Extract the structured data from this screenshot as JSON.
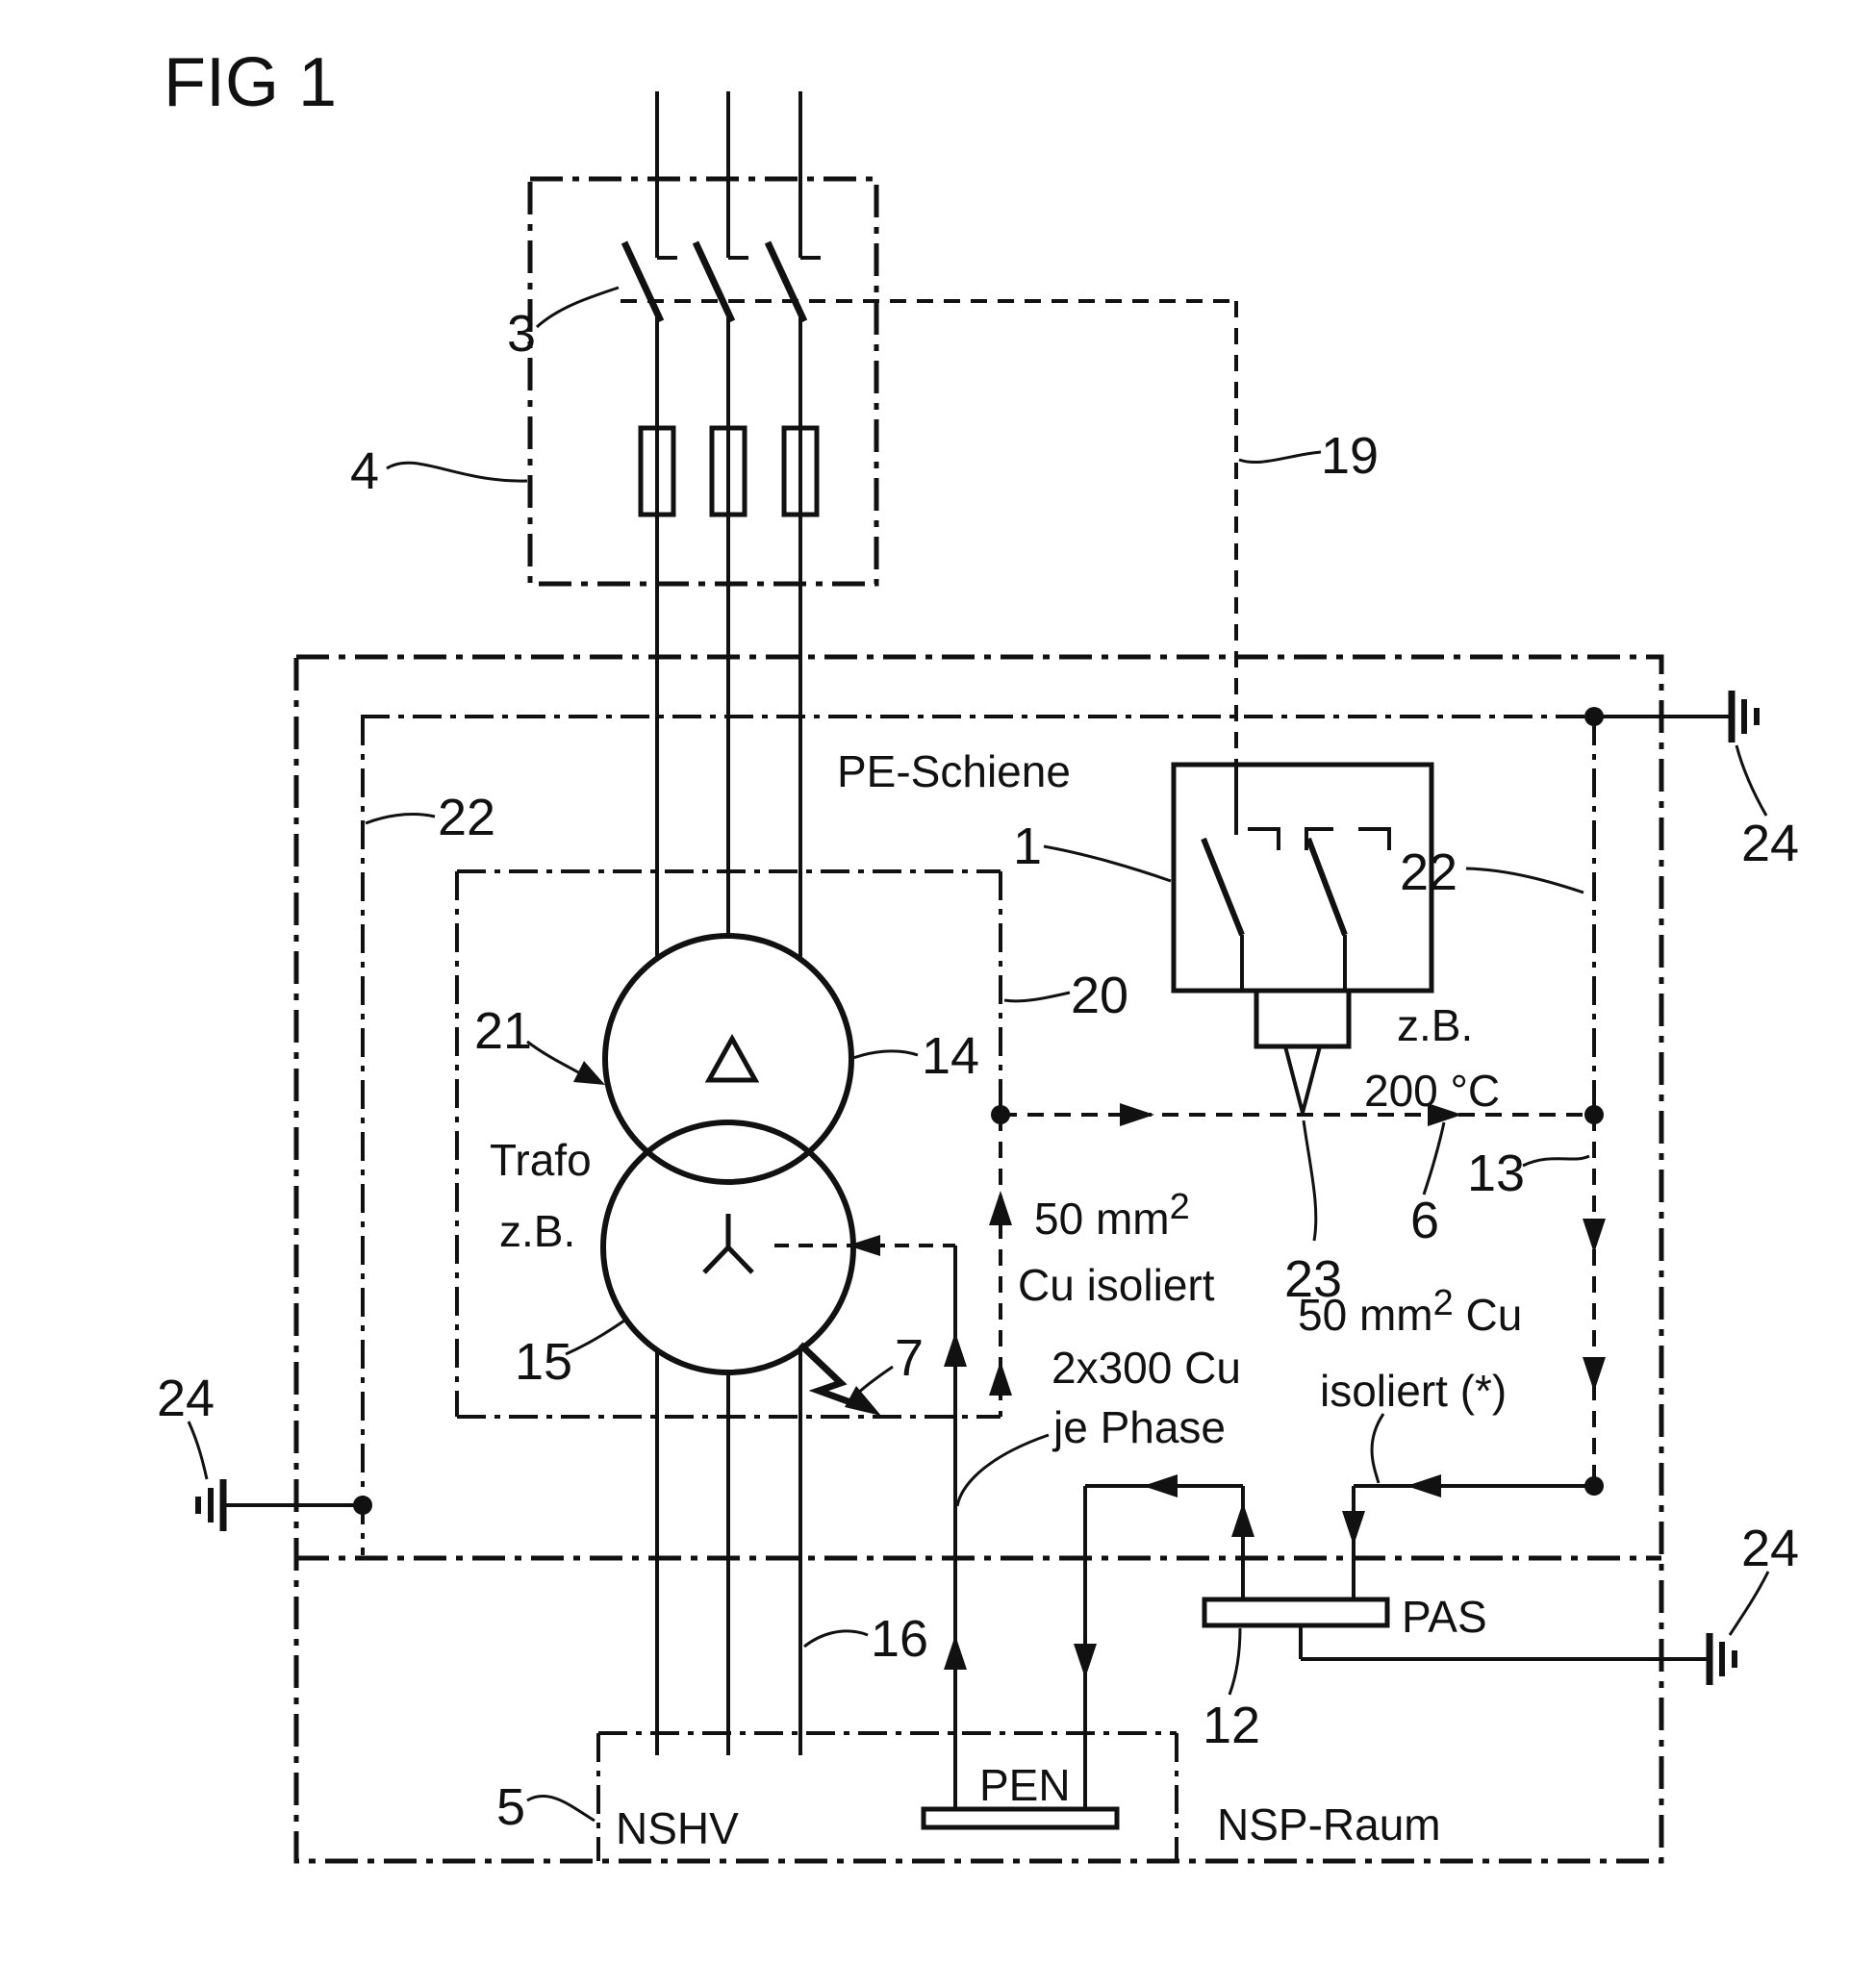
{
  "figure": {
    "title": "FIG 1"
  },
  "labels": {
    "l1": "1",
    "l3": "3",
    "l4": "4",
    "l5": "5",
    "l6": "6",
    "l7": "7",
    "l12": "12",
    "l13": "13",
    "l14": "14",
    "l15": "15",
    "l16": "16",
    "l19": "19",
    "l20": "20",
    "l21": "21",
    "l22_left": "22",
    "l22_right": "22",
    "l23": "23",
    "l24_top_right": "24",
    "l24_left": "24",
    "l24_bottom_right": "24"
  },
  "texts": {
    "pe_schiene": "PE-Schiene",
    "trafo_line1": "Trafo",
    "trafo_line2": "z.B.",
    "temp_line1": "z.B.",
    "temp_line2": "200 °C",
    "cable50_pre": "50 mm",
    "cable50_sup": "2",
    "cable50_line2": "Cu isoliert",
    "cable50b_pre": "50 mm",
    "cable50b_sup": "2",
    "cable50b_post": " Cu",
    "cable50b_line2": "isoliert (*)",
    "pen_riser_line1": "2x300 Cu",
    "pen_riser_line2": "je Phase",
    "pen": "PEN",
    "nshv": "NSHV",
    "nsp_raum": "NSP-Raum",
    "pas": "PAS"
  }
}
